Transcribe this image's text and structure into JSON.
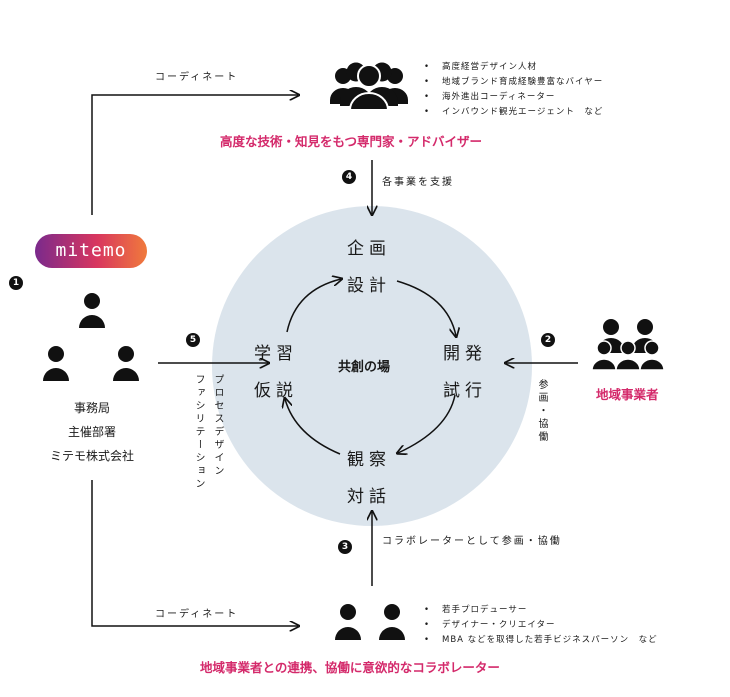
{
  "nodes": {
    "planning": {
      "line1": "企画",
      "line2": "設計"
    },
    "development": {
      "line1": "開発",
      "line2": "試行"
    },
    "observation": {
      "line1": "観察",
      "line2": "対話"
    },
    "learning": {
      "line1": "学習",
      "line2": "仮説"
    },
    "center": "共創の場"
  },
  "experts": {
    "title": "高度な技術・知見をもつ専門家・アドバイザー",
    "items": [
      "高度経営デザイン人材",
      "地域ブランド育成経験豊富なバイヤー",
      "海外進出コーディネーター",
      "インバウンド観光エージェント　など"
    ]
  },
  "collaborators": {
    "title": "地域事業者との連携、協働に意欲的なコラボレーター",
    "items": [
      "若手プロデューサー",
      "デザイナー・クリエイター",
      "MBA などを取得した若手ビジネスパーソン　など"
    ]
  },
  "local_business": {
    "title": "地域事業者"
  },
  "organizer": {
    "logo_text": "mitemo",
    "lines": [
      "事務局",
      "主催部署",
      "ミテモ株式会社"
    ]
  },
  "flows": {
    "coordinate_top": "コーディネート",
    "coordinate_bottom": "コーディネート",
    "support": "各事業を支援",
    "collab_participate": "コラボレーターとして参画・協働",
    "participate": "参画・協働",
    "process_design": "プロセスデザイン",
    "facilitation": "ファシリテーション"
  },
  "badges": [
    "1",
    "2",
    "3",
    "4",
    "5"
  ],
  "colors": {
    "accent": "#d42a6b",
    "circle": "#dbe4ec"
  }
}
